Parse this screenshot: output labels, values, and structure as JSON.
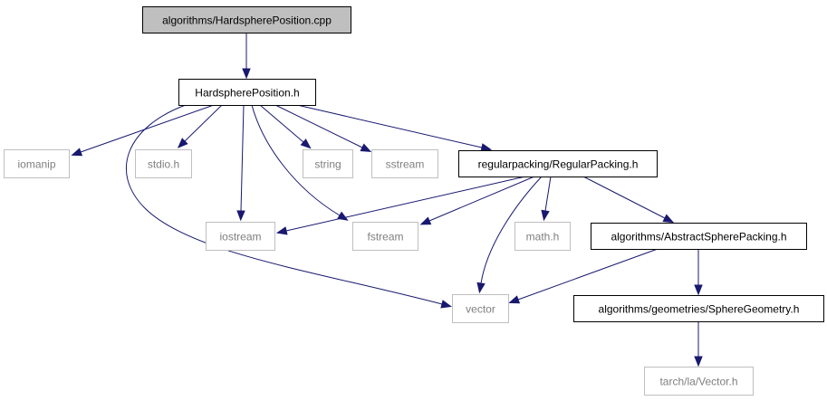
{
  "diagram": {
    "colors": {
      "root_fill": "#bfbfbf",
      "edge": "#191970",
      "external_border": "#bfbfbf",
      "external_text": "#7f7f7f"
    },
    "nodes": [
      {
        "id": "root",
        "label": "algorithms/HardspherePosition.cpp",
        "kind": "root"
      },
      {
        "id": "hsp",
        "label": "HardspherePosition.h",
        "kind": "doc"
      },
      {
        "id": "iomanip",
        "label": "iomanip",
        "kind": "ext"
      },
      {
        "id": "stdio",
        "label": "stdio.h",
        "kind": "ext"
      },
      {
        "id": "string",
        "label": "string",
        "kind": "ext"
      },
      {
        "id": "sstream",
        "label": "sstream",
        "kind": "ext"
      },
      {
        "id": "regular",
        "label": "regularpacking/RegularPacking.h",
        "kind": "doc"
      },
      {
        "id": "iostream",
        "label": "iostream",
        "kind": "ext"
      },
      {
        "id": "fstream",
        "label": "fstream",
        "kind": "ext"
      },
      {
        "id": "math",
        "label": "math.h",
        "kind": "ext"
      },
      {
        "id": "abstract",
        "label": "algorithms/AbstractSpherePacking.h",
        "kind": "doc"
      },
      {
        "id": "vector",
        "label": "vector",
        "kind": "ext"
      },
      {
        "id": "geom",
        "label": "algorithms/geometries/SphereGeometry.h",
        "kind": "doc"
      },
      {
        "id": "tvec",
        "label": "tarch/la/Vector.h",
        "kind": "ext"
      }
    ],
    "edges": [
      {
        "from": "root",
        "to": "hsp"
      },
      {
        "from": "hsp",
        "to": "iomanip"
      },
      {
        "from": "hsp",
        "to": "stdio"
      },
      {
        "from": "hsp",
        "to": "iostream"
      },
      {
        "from": "hsp",
        "to": "fstream"
      },
      {
        "from": "hsp",
        "to": "string"
      },
      {
        "from": "hsp",
        "to": "sstream"
      },
      {
        "from": "hsp",
        "to": "regular"
      },
      {
        "from": "hsp",
        "to": "vector"
      },
      {
        "from": "regular",
        "to": "iostream"
      },
      {
        "from": "regular",
        "to": "fstream"
      },
      {
        "from": "regular",
        "to": "vector"
      },
      {
        "from": "regular",
        "to": "math"
      },
      {
        "from": "regular",
        "to": "abstract"
      },
      {
        "from": "abstract",
        "to": "vector"
      },
      {
        "from": "abstract",
        "to": "geom"
      },
      {
        "from": "geom",
        "to": "tvec"
      }
    ]
  }
}
